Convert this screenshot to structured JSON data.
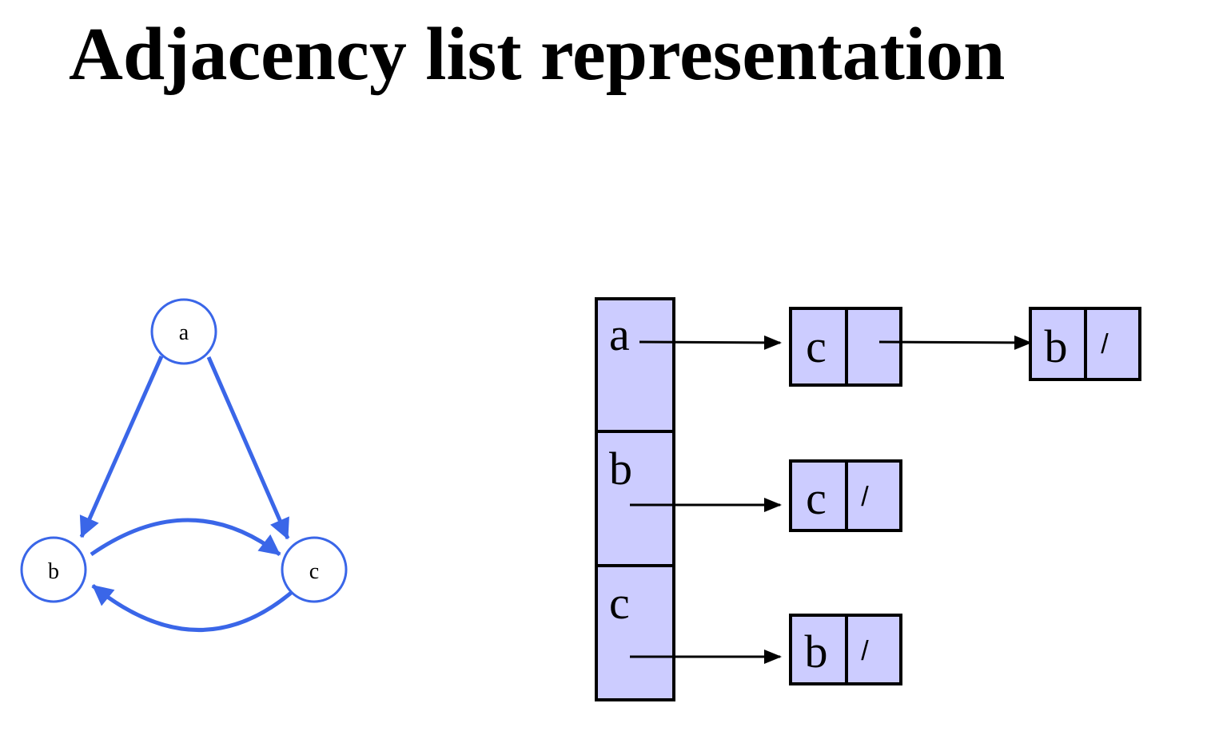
{
  "title": "Adjacency list representation",
  "colors": {
    "graph_edge": "#3a66e8",
    "node_fill": "#ffffff",
    "list_fill": "#ccccff",
    "stroke": "#000000"
  },
  "graph": {
    "nodes": [
      "a",
      "b",
      "c"
    ],
    "edges": [
      {
        "from": "a",
        "to": "b"
      },
      {
        "from": "a",
        "to": "c"
      },
      {
        "from": "b",
        "to": "c"
      },
      {
        "from": "c",
        "to": "b"
      }
    ]
  },
  "adjacency_list": {
    "vertices": [
      "a",
      "b",
      "c"
    ],
    "lists": [
      {
        "vertex": "a",
        "entries": [
          {
            "value": "c",
            "next": "pointer"
          },
          {
            "value": "b",
            "next": "/"
          }
        ]
      },
      {
        "vertex": "b",
        "entries": [
          {
            "value": "c",
            "next": "/"
          }
        ]
      },
      {
        "vertex": "c",
        "entries": [
          {
            "value": "b",
            "next": "/"
          }
        ]
      }
    ]
  }
}
